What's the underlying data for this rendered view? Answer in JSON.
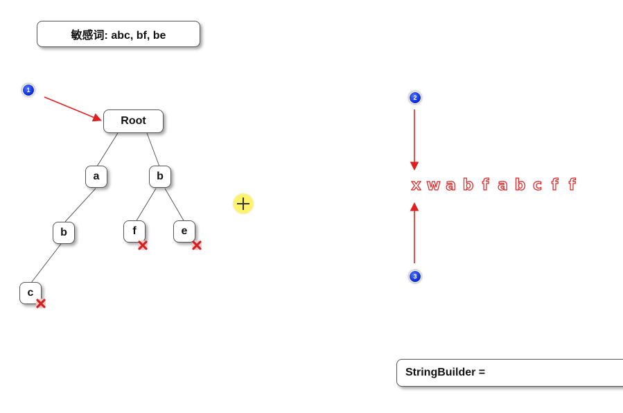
{
  "title": "敏感词: abc, bf, be",
  "tree": {
    "root": "Root",
    "left_a": "a",
    "right_b": "b",
    "left_b": "b",
    "leaf_f": "f",
    "leaf_e": "e",
    "leaf_c": "c"
  },
  "badges": {
    "one": "1",
    "two": "2",
    "three": "3"
  },
  "sequence": [
    "x",
    "w",
    "a",
    "b",
    "f",
    "a",
    "b",
    "c",
    "f",
    "f"
  ],
  "string_builder": "StringBuilder =",
  "colors": {
    "arrow": "#e02020",
    "badge": "#1030e0",
    "highlight": "#fff36a"
  }
}
